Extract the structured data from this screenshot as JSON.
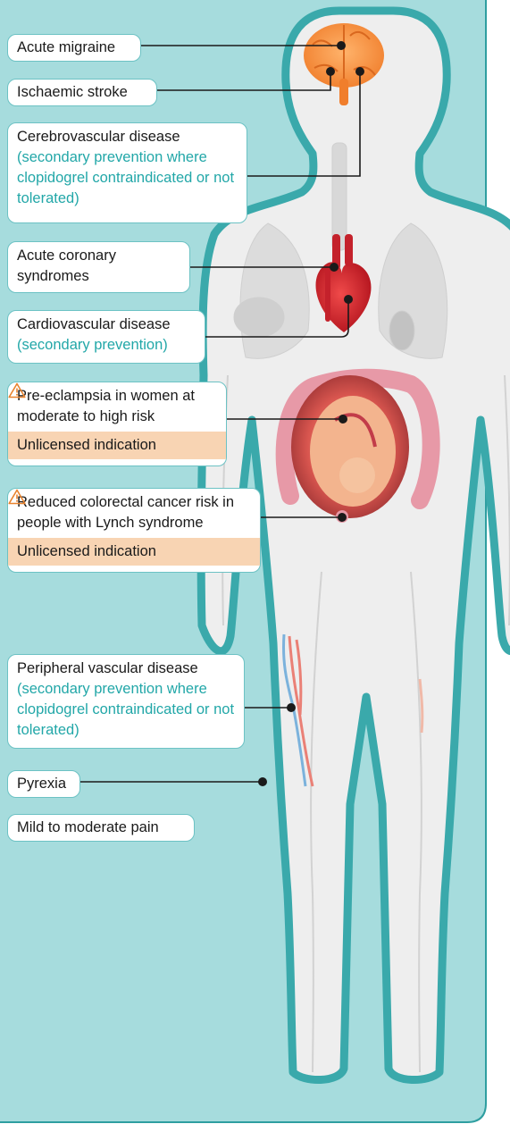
{
  "colors": {
    "panel_fill": "#a6dcdd",
    "panel_border": "#2e9ea0",
    "label_border": "#6cc2c4",
    "secondary_text": "#22a7a8",
    "warning_fill": "#f8d4b3",
    "warning_icon": "#e9832e",
    "connector": "#1a1a1a"
  },
  "labels": {
    "acute_migraine": "Acute migraine",
    "ischaemic_stroke": "Ischaemic stroke",
    "cerebrovascular": {
      "main": "Cerebrovascular disease",
      "sub": "(secondary prevention where clopidogrel contraindicated or not tolerated)"
    },
    "acute_coronary": "Acute coronary syndromes",
    "cardiovascular": {
      "main": "Cardiovascular disease",
      "sub": "(secondary prevention)"
    },
    "pre_eclampsia": {
      "main": "Pre-eclampsia in women at moderate to high risk",
      "warning": "Unlicensed indication"
    },
    "colorectal": {
      "main": "Reduced colorectal cancer risk in people with Lynch syndrome",
      "warning": "Unlicensed indication"
    },
    "peripheral_vascular": {
      "main": "Peripheral vascular disease",
      "sub": "(secondary prevention where clopidogrel contraindicated or not tolerated)"
    },
    "pyrexia": "Pyrexia",
    "mild_pain": "Mild to moderate pain"
  },
  "icons": {
    "warning": "warning-triangle-icon"
  }
}
